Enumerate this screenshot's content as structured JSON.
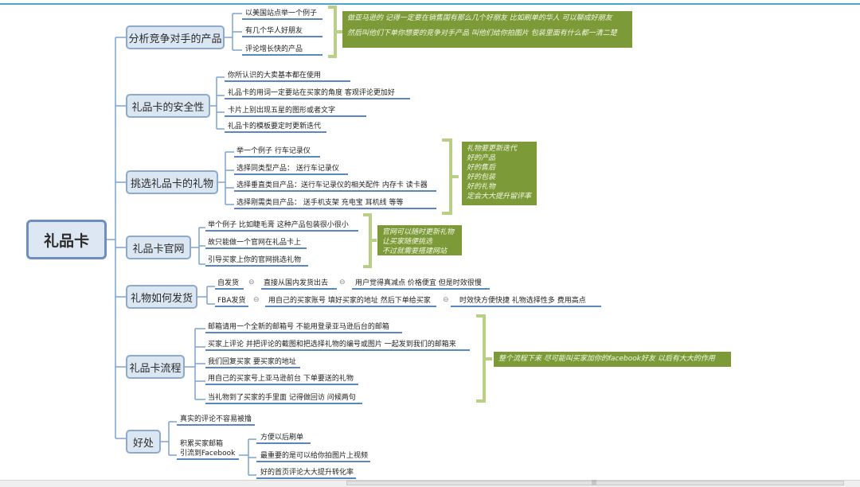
{
  "root": "礼品卡",
  "branches": {
    "b1": {
      "title": "分析竞争对手的产品",
      "leaves": [
        "以美国站点举一个例子",
        "有几个华人好朋友",
        "评论增长快的产品"
      ],
      "note": "做亚马逊的 记得一定要在销售国有那么几个好朋友  比如刷单的华人 可以聊成好朋友||然后叫他们下单你想要的竞争对手产品  叫他们给你拍图片  包装里面有什么都一清二楚"
    },
    "b2": {
      "title": "礼品卡的安全性",
      "leaves": [
        "你所认识的大卖基本都在使用",
        "礼品卡的用词一定要站在买家的角度 客观评论更加好",
        "卡片上别出现五星的图形或者文字",
        "礼品卡的模板要定时更新迭代"
      ]
    },
    "b3": {
      "title": "挑选礼品卡的礼物",
      "leaves": [
        "举一个例子  行车记录仪",
        "选择同类型产品：  送行车记录仪",
        "选择垂直类目产品：送行车记录仪的相关配件  内存卡 读卡器",
        "选择刚需类目产品：  送手机支架  充电宝  耳机线  等等"
      ],
      "note": "礼物要更新迭代|好的产品|好的售后|好的包装|好的礼物|定会大大提升留评率"
    },
    "b4": {
      "title": "礼品卡官网",
      "leaves": [
        "举个例子  比如睫毛膏 这种产品包装很小很小",
        "故只能做一个官网在礼品卡上",
        "引导买家上你的官网挑选礼物"
      ],
      "note": "官网可以随时更新礼物|让买家随便挑选|不过就需要搭建网站"
    },
    "b5": {
      "title": "礼物如何发货",
      "row1": [
        "自发货",
        "直接从国内发货出去",
        "用户觉得真减点  价格便宜 但是时效很慢"
      ],
      "row2": [
        "FBA发货",
        "用自己的买家账号  填好买家的地址 然后下单给买家",
        "时效快方便快捷  礼物选择性多 费用高点"
      ]
    },
    "b6": {
      "title": "礼品卡流程",
      "leaves": [
        "邮箱请用一个全新的邮箱号 不能用登录亚马逊后台的邮箱",
        "买家上评论  并把评论的截图和把选择礼物的编号或图片    一起发到我们的邮箱来",
        "我们回复买家  要买家的地址",
        "用自己的买家号上亚马逊前台 下单要送的礼物",
        "当礼物到了买家的手里面  记得做回访 问候两句"
      ],
      "note": "整个流程下来    尽可能叫买家加你的facebook好友   以后有大大的作用"
    },
    "b7": {
      "title": "好处",
      "leaf1": "真实的评论不容易被撸",
      "leaf2a": "积累买家邮箱",
      "leaf2b": "引流到Facebook",
      "subs": [
        "方便以后刷单",
        "最重要的是可以给你拍图片上视频",
        "好的首页评论大大提升转化率"
      ]
    }
  },
  "colors": {
    "connector": "#7fa3cf",
    "underline": "#5b86c2",
    "bracket": "#b9cf86",
    "note_bg": "#7c9a37",
    "node_bg": "#dbe6f3"
  }
}
